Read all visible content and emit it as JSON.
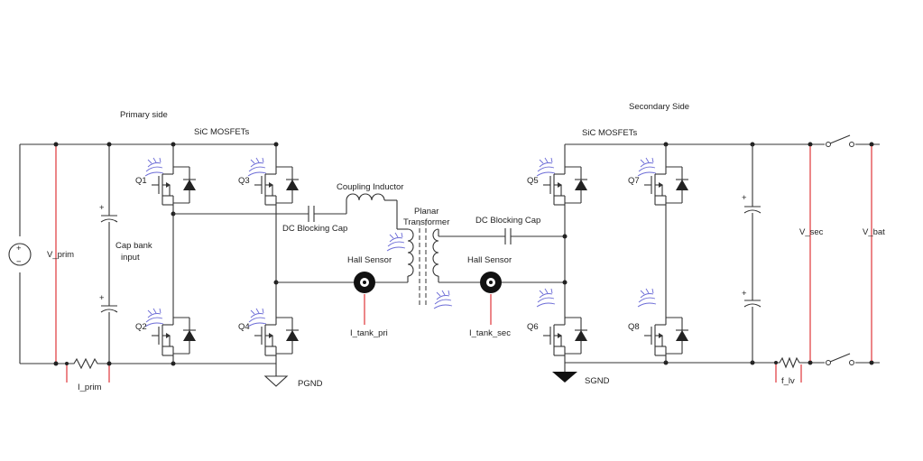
{
  "labels": {
    "primary_side": "Primary side",
    "secondary_side": "Secondary Side",
    "sic_mosfets_primary": "SiC MOSFETs",
    "sic_mosfets_secondary": "SiC MOSFETs",
    "q1": "Q1",
    "q2": "Q2",
    "q3": "Q3",
    "q4": "Q4",
    "q5": "Q5",
    "q6": "Q6",
    "q7": "Q7",
    "q8": "Q8",
    "v_prim": "V_prim",
    "cap_bank_line1": "Cap bank",
    "cap_bank_line2": "input",
    "i_prim": "I_prim",
    "pgnd": "PGND",
    "coupling_inductor": "Coupling Inductor",
    "dc_blocking_cap_pri": "DC Blocking Cap",
    "dc_blocking_cap_sec": "DC Blocking Cap",
    "planar_line1": "Planar",
    "planar_line2": "Transformer",
    "hall_sensor_pri": "Hall Sensor",
    "hall_sensor_sec": "Hall Sensor",
    "i_tank_pri": "I_tank_pri",
    "i_tank_sec": "I_tank_sec",
    "sgnd": "SGND",
    "v_sec": "V_sec",
    "v_bat": "V_bat",
    "f_lv": "f_lv",
    "plus": "+",
    "minus": "−"
  },
  "colors": {
    "wire": "#333333",
    "sense_probe": "#e0363a",
    "gate_driver": "#6b6bd6"
  }
}
